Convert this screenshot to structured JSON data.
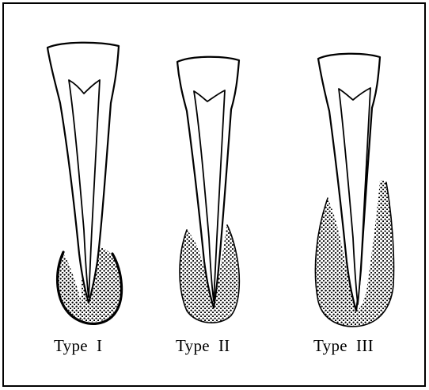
{
  "figure": {
    "panels": [
      {
        "id": "type-1",
        "label": "Type  I"
      },
      {
        "id": "type-2",
        "label": "Type  II"
      },
      {
        "id": "type-3",
        "label": "Type  III"
      }
    ],
    "stroke_color": "#000000",
    "fill_pattern": "dotted"
  }
}
